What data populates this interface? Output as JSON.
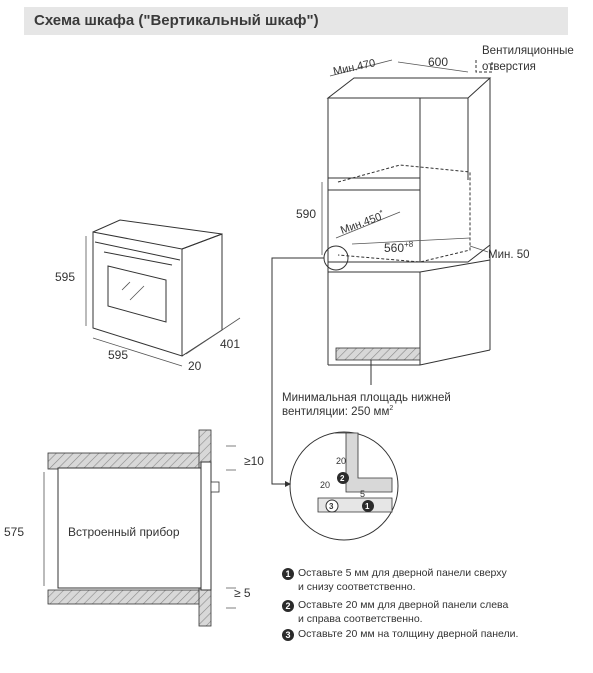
{
  "title": "Схема шкафа (\"Вертикальный шкаф\")",
  "cabinet": {
    "min_470": "Мин.470",
    "width_600": "600",
    "vent_label_1": "Вентиляционные",
    "vent_label_2": "отверстия",
    "height_590": "590",
    "min_450": "Мин.450",
    "min_450_sup": "*",
    "w_560": "560",
    "w_560_sup": "+8",
    "min_50": "Мин. 50",
    "bottom_vent_1": "Минимальная площадь нижней",
    "bottom_vent_2": "вентиляции: 250 мм",
    "bottom_vent_sup": "2"
  },
  "oven": {
    "h_595": "595",
    "w_595": "595",
    "d_401": "401",
    "d_20": "20"
  },
  "side_view": {
    "h_575": "575",
    "label": "Встроенный прибор",
    "gap_top": "≥10",
    "gap_bottom": "≥ 5"
  },
  "detail": {
    "d20_a": "20",
    "d20_b": "20",
    "d5": "5",
    "n1": "1",
    "n2": "2",
    "n3": "3"
  },
  "notes": [
    {
      "num": "1",
      "line1": "Оставьте 5 мм для дверной панели сверху",
      "line2": "и снизу соответственно."
    },
    {
      "num": "2",
      "line1": "Оставьте 20 мм для дверной панели слева",
      "line2": "и справа соответственно."
    },
    {
      "num": "3",
      "line1": "Оставьте 20 мм на толщину дверной панели.",
      "line2": ""
    }
  ]
}
